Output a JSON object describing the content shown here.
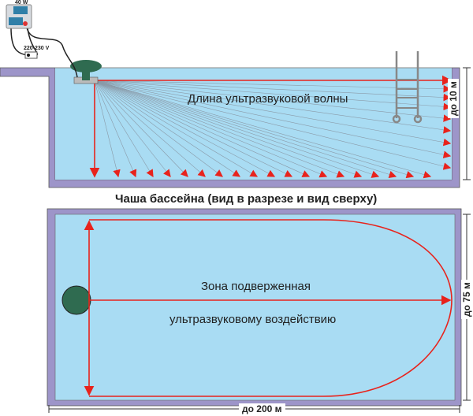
{
  "device": {
    "power_label": "40 W",
    "voltage_label": "220-230 V"
  },
  "labels": {
    "wave_length": "Длина ультразвуковой волны",
    "depth": "до 10 м",
    "caption": "Чаша бассейна (вид в разрезе и вид сверху)",
    "zone_line1": "Зона подверженная",
    "zone_line2": "ультразвуковому воздействию",
    "width": "до 75 м",
    "length": "до 200 м"
  },
  "colors": {
    "water": "#a9dcf3",
    "wall": "#9d95c9",
    "ray": "#e8231c"
  }
}
